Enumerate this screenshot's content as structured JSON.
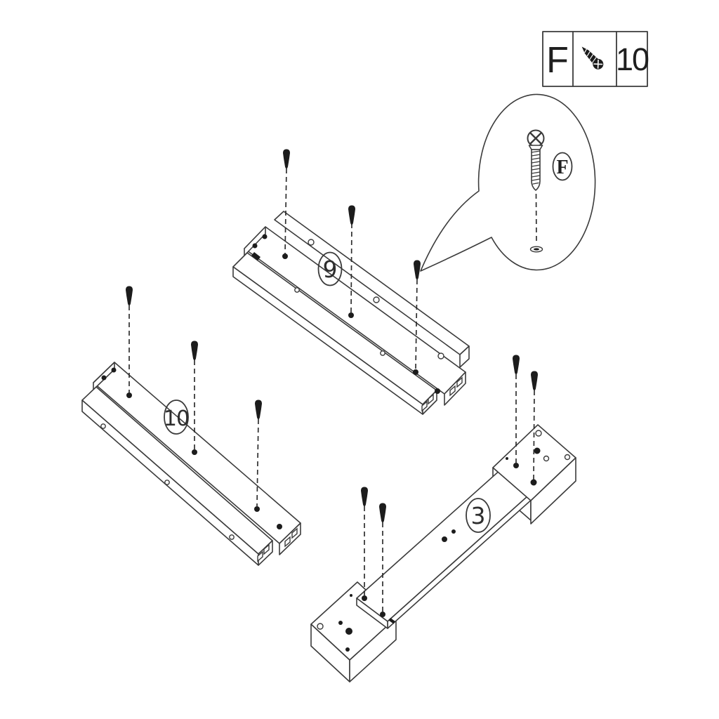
{
  "document": {
    "kind": "furniture-assembly-step-diagram",
    "background_color": "#ffffff",
    "line_color": "#3b3b3b"
  },
  "legend": {
    "part_label": "F",
    "icon": "countersunk-screw-icon",
    "quantity": "10"
  },
  "callout": {
    "screw_label": "F",
    "icon": "magnified-countersunk-screw-icon",
    "shows": "screw driven into countersunk pilot hole"
  },
  "parts": [
    {
      "label": "9",
      "screw_count": 3
    },
    {
      "label": "10",
      "screw_count": 3
    },
    {
      "label": "3",
      "screw_count": 4
    }
  ],
  "total_screws": "10"
}
